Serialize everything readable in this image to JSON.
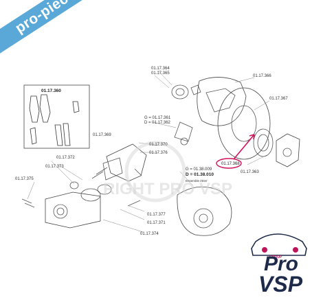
{
  "watermark_banner": "pro-piece-vsp.com",
  "watermark_center": "RIGHT PRO VSP",
  "logo": {
    "text_top": "Pro",
    "text_bottom": "VSP",
    "group_tag": "GROUP"
  },
  "inset_title": "01.17.360",
  "labels": {
    "l364": "01.17.364",
    "l365": "01.17.365",
    "l366": "01.17.366",
    "l367": "01.17.367",
    "l369": "01.17.369",
    "g361": "G = 01.17.361",
    "d362": "D = 01.17.362",
    "l370": "01.17.370",
    "l376": "01.17.376",
    "l372": "01.17.372",
    "l373": "01.17.373",
    "l375": "01.17.375",
    "l377": "01.17.377",
    "l371": "01.17.371",
    "l374": "01.17.374",
    "l368": "01.17.368",
    "l363": "01.17.363",
    "g009": "G = 01.38.009",
    "d010": "D = 01.38.010",
    "assembly": "Ensemble étrier"
  },
  "colors": {
    "banner": "#5aa8d8",
    "highlight": "#d0105a",
    "logo": "#1e2a4a"
  }
}
